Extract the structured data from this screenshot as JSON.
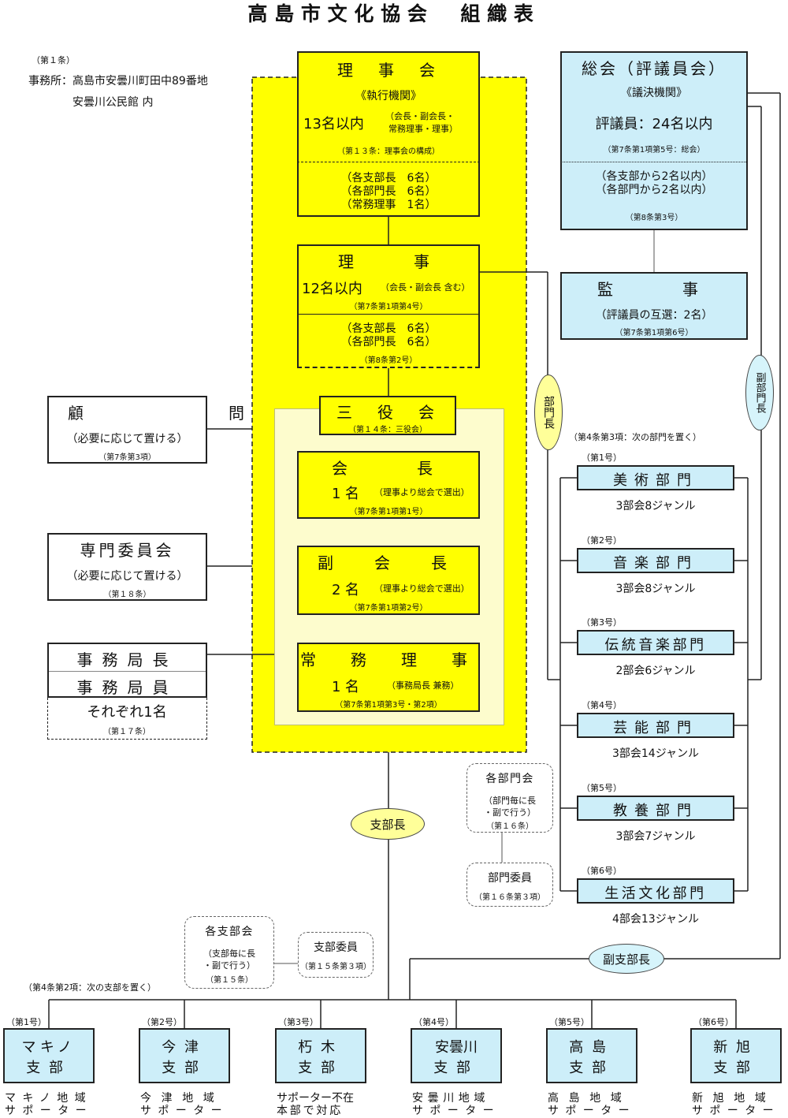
{
  "title": "高島市文化協会　組織表",
  "office": {
    "article": "（第１条）",
    "line1": "事務所：高島市安曇川町田中89番地",
    "line2": "安曇川公民館 内"
  },
  "rijikai": {
    "title": "理　事　会",
    "subtitle": "《執行機関》",
    "count": "13名以内",
    "members_1": "（会長・副会長・",
    "members_2": "常務理事・理事）",
    "ref": "（第１３条：理事会の構成）",
    "detail_1": "（各支部長　6名）",
    "detail_2": "（各部門長　6名）",
    "detail_3": "（常務理事　1名）"
  },
  "riji": {
    "title": "理　　事",
    "count": "12名以内",
    "note": "（会長・副会長 含む）",
    "ref": "（第7条第1項第4号）",
    "detail_1": "（各支部長　6名）",
    "detail_2": "（各部門長　6名）",
    "ref2": "（第8条第2号）"
  },
  "sanyakukai": {
    "title": "三　役　会",
    "ref": "（第１４条：三役会）"
  },
  "kaicho": {
    "title": "会　　長",
    "count": "1名",
    "note": "（理事より総会で選出）",
    "ref": "（第7条第1項第1号）"
  },
  "fukukaicho": {
    "title": "副　会　長",
    "count": "2名",
    "note": "（理事より総会で選出）",
    "ref": "（第7条第1項第2号）"
  },
  "jomuriji": {
    "title": "常　務　理　事",
    "count": "1名",
    "note": "（事務局長 兼務）",
    "ref": "（第7条第1項第3号・第2項）"
  },
  "komon": {
    "title": "顧　　問",
    "note": "（必要に応じて置ける）",
    "ref": "（第7条第3項）"
  },
  "senmon": {
    "title": "専門委員会",
    "note": "（必要に応じて置ける）",
    "ref": "（第１８条）"
  },
  "jimukyoku": {
    "head": "事務局長",
    "staff": "事務局員",
    "count": "それぞれ1名",
    "ref": "（第１７条）"
  },
  "sokai": {
    "title": "総会（評議員会）",
    "subtitle": "《議決機関》",
    "count": "評議員：24名以内",
    "ref": "（第7条第1項第5号：総会）",
    "detail_1": "（各支部から2名以内）",
    "detail_2": "（各部門から2名以内）",
    "ref2": "（第8条第3号）"
  },
  "kanji": {
    "title": "監　　事",
    "note": "（評議員の互選：2名）",
    "ref": "（第7条第1項第6号）"
  },
  "labels": {
    "bumoncho": "部門長",
    "fukubumoncho": "副部門長",
    "shibucho": "支部長",
    "fukushibucho": "副支部長"
  },
  "divisions_note": "（第4条第3項：次の部門を置く）",
  "divisions": [
    {
      "no": "（第1号）",
      "name": "美術部門",
      "genre": "3部会8ジャンル"
    },
    {
      "no": "（第2号）",
      "name": "音楽部門",
      "genre": "3部会8ジャンル"
    },
    {
      "no": "（第3号）",
      "name": "伝統音楽部門",
      "genre": "2部会6ジャンル"
    },
    {
      "no": "（第4号）",
      "name": "芸能部門",
      "genre": "3部会14ジャンル"
    },
    {
      "no": "（第5号）",
      "name": "教養部門",
      "genre": "3部会7ジャンル"
    },
    {
      "no": "（第6号）",
      "name": "生活文化部門",
      "genre": "4部会13ジャンル"
    }
  ],
  "bumonkai": {
    "title": "各部門会",
    "line1": "（部門毎に長",
    "line2": "・副で行う）",
    "ref": "（第１６条）"
  },
  "bumoniin": {
    "title": "部門委員",
    "ref": "（第１６条第３項）"
  },
  "shibukai": {
    "title": "各支部会",
    "line1": "（支部毎に長",
    "line2": "・副で行う）",
    "ref": "（第１５条）"
  },
  "shibuiin": {
    "title": "支部委員",
    "ref": "（第１５条第３項）"
  },
  "branches_note": "（第4条第2項：次の支部を置く）",
  "branches": [
    {
      "no": "（第1号）",
      "line1": "マキノ",
      "line2": "支部",
      "area1": "マキノ地域",
      "area2": "サポーター"
    },
    {
      "no": "（第2号）",
      "line1": "今津",
      "line2": "支部",
      "area1": "今津地域",
      "area2": "サポーター"
    },
    {
      "no": "（第3号）",
      "line1": "朽木",
      "line2": "支部",
      "area1": "サポーター不在",
      "area2": "本部で対応"
    },
    {
      "no": "（第4号）",
      "line1": "安曇川",
      "line2": "支部",
      "area1": "安曇川地域",
      "area2": "サポーター"
    },
    {
      "no": "（第5号）",
      "line1": "高島",
      "line2": "支部",
      "area1": "高島地域",
      "area2": "サポーター"
    },
    {
      "no": "（第6号）",
      "line1": "新旭",
      "line2": "支部",
      "area1": "新旭地域",
      "area2": "サポーター"
    }
  ]
}
